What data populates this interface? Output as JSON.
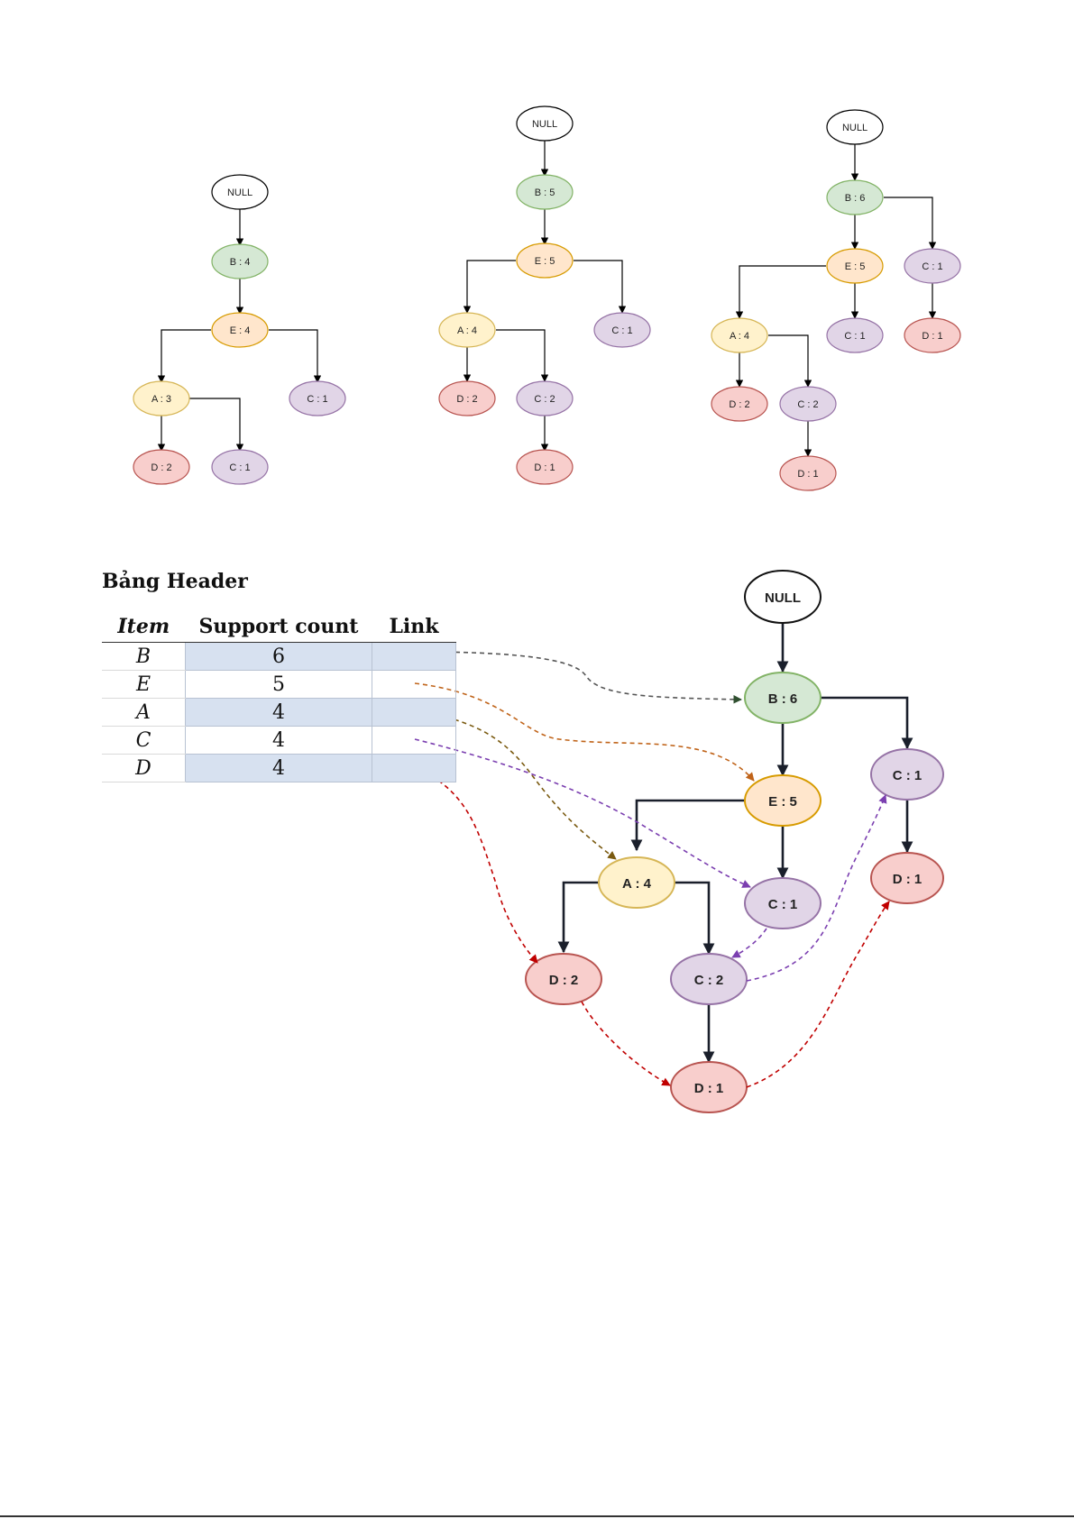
{
  "colors": {
    "null": {
      "fill": "#ffffff",
      "stroke": "#000000"
    },
    "B": {
      "fill": "#d5e8d4",
      "stroke": "#82b366"
    },
    "E": {
      "fill": "#ffe6cc",
      "stroke": "#d79b00"
    },
    "A": {
      "fill": "#fff2cc",
      "stroke": "#d6b656"
    },
    "C": {
      "fill": "#e1d5e7",
      "stroke": "#9673a6"
    },
    "D": {
      "fill": "#f8cecc",
      "stroke": "#b85450"
    },
    "link_B": "#555555",
    "link_E": "#c0641a",
    "link_A": "#7a5a10",
    "link_C": "#7b3fb0",
    "link_D": "#c00000"
  },
  "trees": [
    {
      "name": "tree-step-1",
      "nodes": [
        {
          "id": "null",
          "label": "NULL",
          "item": "null"
        },
        {
          "id": "b",
          "label": "B : 4",
          "item": "B"
        },
        {
          "id": "e",
          "label": "E : 4",
          "item": "E"
        },
        {
          "id": "a",
          "label": "A : 3",
          "item": "A"
        },
        {
          "id": "c1",
          "label": "C : 1",
          "item": "C"
        },
        {
          "id": "d",
          "label": "D : 2",
          "item": "D"
        },
        {
          "id": "c2",
          "label": "C : 1",
          "item": "C"
        }
      ]
    },
    {
      "name": "tree-step-2",
      "nodes": [
        {
          "id": "null",
          "label": "NULL",
          "item": "null"
        },
        {
          "id": "b",
          "label": "B : 5",
          "item": "B"
        },
        {
          "id": "e",
          "label": "E : 5",
          "item": "E"
        },
        {
          "id": "a",
          "label": "A : 4",
          "item": "A"
        },
        {
          "id": "c1",
          "label": "C : 1",
          "item": "C"
        },
        {
          "id": "d",
          "label": "D : 2",
          "item": "D"
        },
        {
          "id": "c2",
          "label": "C : 2",
          "item": "C"
        },
        {
          "id": "d2",
          "label": "D : 1",
          "item": "D"
        }
      ]
    },
    {
      "name": "tree-step-3",
      "nodes": [
        {
          "id": "null",
          "label": "NULL",
          "item": "null"
        },
        {
          "id": "b",
          "label": "B : 6",
          "item": "B"
        },
        {
          "id": "e",
          "label": "E : 5",
          "item": "E"
        },
        {
          "id": "cr",
          "label": "C : 1",
          "item": "C"
        },
        {
          "id": "a",
          "label": "A : 4",
          "item": "A"
        },
        {
          "id": "c1",
          "label": "C : 1",
          "item": "C"
        },
        {
          "id": "dr",
          "label": "D : 1",
          "item": "D"
        },
        {
          "id": "d",
          "label": "D : 2",
          "item": "D"
        },
        {
          "id": "c2",
          "label": "C : 2",
          "item": "C"
        },
        {
          "id": "d2",
          "label": "D : 1",
          "item": "D"
        }
      ]
    }
  ],
  "final_tree": {
    "nodes": [
      {
        "id": "null",
        "label": "NULL",
        "item": "null"
      },
      {
        "id": "b",
        "label": "B : 6",
        "item": "B"
      },
      {
        "id": "e",
        "label": "E : 5",
        "item": "E"
      },
      {
        "id": "cr",
        "label": "C : 1",
        "item": "C"
      },
      {
        "id": "dr",
        "label": "D : 1",
        "item": "D"
      },
      {
        "id": "a",
        "label": "A : 4",
        "item": "A"
      },
      {
        "id": "c1",
        "label": "C : 1",
        "item": "C"
      },
      {
        "id": "d",
        "label": "D : 2",
        "item": "D"
      },
      {
        "id": "c2",
        "label": "C : 2",
        "item": "C"
      },
      {
        "id": "d2",
        "label": "D : 1",
        "item": "D"
      }
    ],
    "node_links": [
      {
        "item": "B",
        "chain": [
          "b"
        ]
      },
      {
        "item": "E",
        "chain": [
          "e"
        ]
      },
      {
        "item": "A",
        "chain": [
          "a"
        ]
      },
      {
        "item": "C",
        "chain": [
          "c1",
          "c2",
          "cr"
        ]
      },
      {
        "item": "D",
        "chain": [
          "d",
          "d2",
          "dr"
        ]
      }
    ]
  },
  "header_table": {
    "title": "Bảng Header",
    "columns": [
      "Item",
      "Support count",
      "Link"
    ],
    "rows": [
      {
        "item": "B",
        "count": "6"
      },
      {
        "item": "E",
        "count": "5"
      },
      {
        "item": "A",
        "count": "4"
      },
      {
        "item": "C",
        "count": "4"
      },
      {
        "item": "D",
        "count": "4"
      }
    ]
  }
}
